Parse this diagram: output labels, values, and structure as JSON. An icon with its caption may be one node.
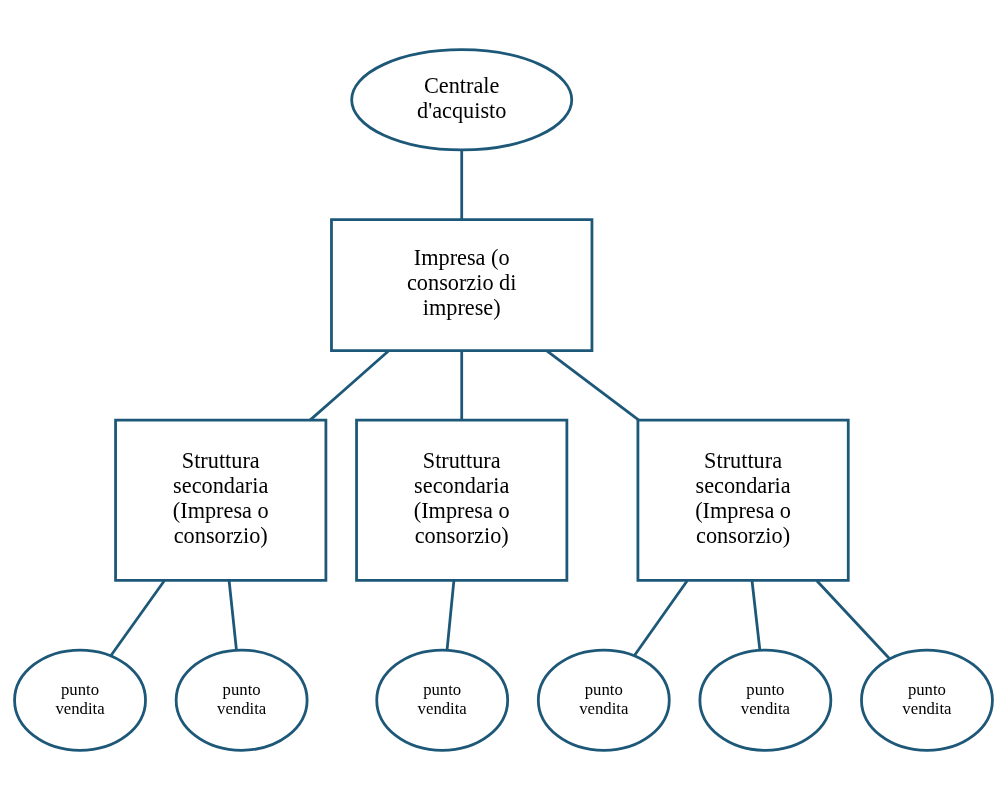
{
  "diagram": {
    "nodes": [
      {
        "text": [
          "Centrale d'acquisto"
        ]
      },
      {
        "text": [
          "Impresa (o consorzio di imprese)"
        ]
      },
      {
        "text": [
          "Struttura secondaria (Impresa o consorzio)"
        ]
      },
      {
        "text": [
          "Struttura secondaria (Impresa o consorzio)"
        ]
      },
      {
        "text": [
          "Struttura secondaria (Impresa o consorzio)"
        ]
      },
      {
        "text": [
          "punto vendita"
        ]
      },
      {
        "text": [
          "punto vendita"
        ]
      },
      {
        "text": [
          "punto vendita"
        ]
      },
      {
        "text": [
          "punto vendita"
        ]
      },
      {
        "text": [
          "punto vendita"
        ]
      },
      {
        "text": [
          "punto vendita"
        ]
      }
    ],
    "edges": [
      {
        "from": 0,
        "to": 1,
        "arrow": "none"
      },
      {
        "from": 1,
        "to": 2,
        "arrow": "none"
      },
      {
        "from": 1,
        "to": 3,
        "arrow": "none"
      },
      {
        "from": 1,
        "to": 4,
        "arrow": "none"
      },
      {
        "from": 2,
        "to": 5,
        "arrow": "none"
      },
      {
        "from": 2,
        "to": 6,
        "arrow": "none"
      },
      {
        "from": 3,
        "to": 7,
        "arrow": "none"
      },
      {
        "from": 4,
        "to": 8,
        "arrow": "none"
      },
      {
        "from": 4,
        "to": 9,
        "arrow": "none"
      },
      {
        "from": 4,
        "to": 10,
        "arrow": "none"
      }
    ]
  }
}
